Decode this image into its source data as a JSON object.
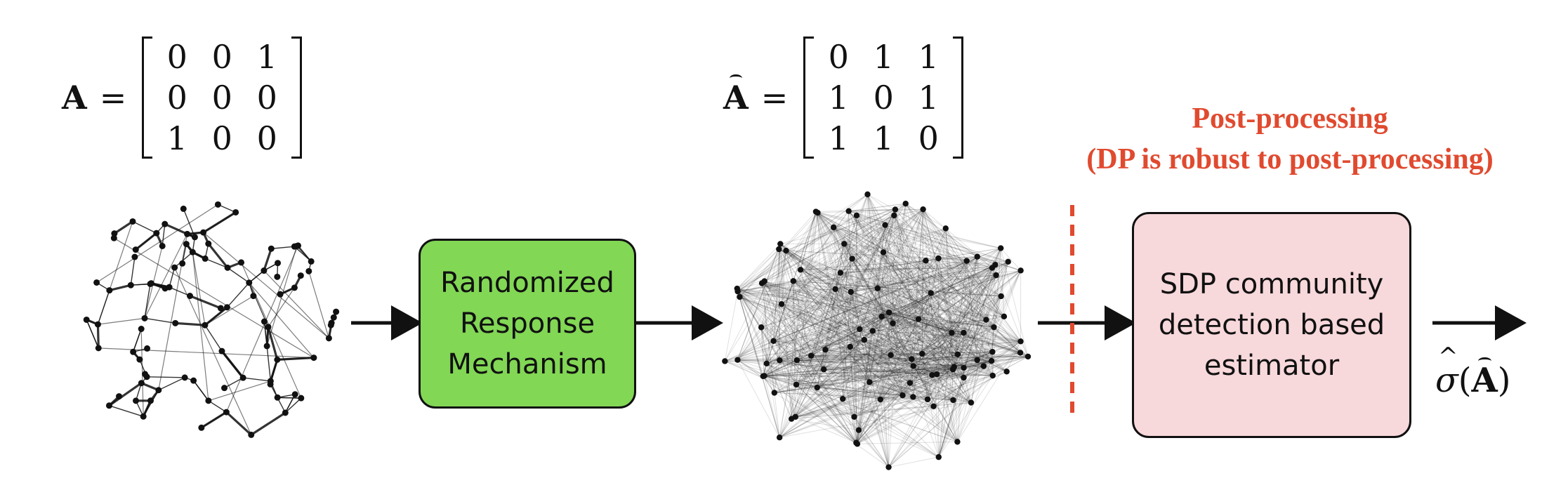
{
  "input_matrix": {
    "symbol": "A",
    "equals": "=",
    "rows": [
      [
        "0",
        "0",
        "1"
      ],
      [
        "0",
        "0",
        "0"
      ],
      [
        "1",
        "0",
        "0"
      ]
    ]
  },
  "output_matrix": {
    "symbol": "A",
    "equals": "=",
    "rows": [
      [
        "0",
        "1",
        "1"
      ],
      [
        "1",
        "0",
        "1"
      ],
      [
        "1",
        "1",
        "0"
      ]
    ]
  },
  "mechanism_box": {
    "lines": [
      "Randomized",
      "Response",
      "Mechanism"
    ],
    "fill": "#82d755"
  },
  "estimator_box": {
    "lines": [
      "SDP community",
      "detection based",
      "estimator"
    ],
    "fill": "#f7d8db"
  },
  "post_processing": {
    "title": "Post-processing",
    "subtitle": "(DP is robust to post-processing)",
    "color": "#e04a2f"
  },
  "output_label": {
    "sigma": "σ",
    "open_paren": "(",
    "symbol": "A",
    "close_paren": ")"
  }
}
